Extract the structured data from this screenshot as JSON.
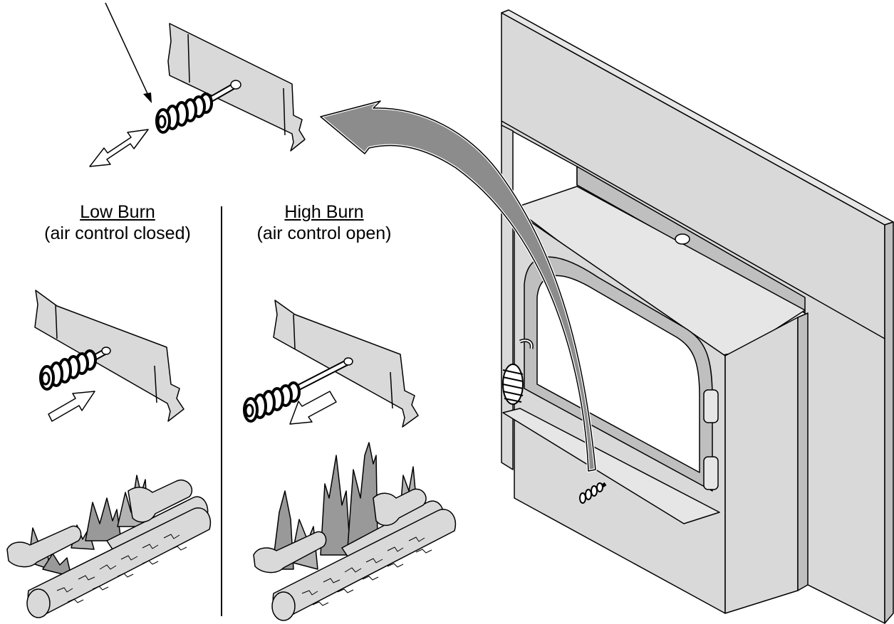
{
  "labels": {
    "low_burn": {
      "title": "Low Burn",
      "subtitle": "(air control closed)"
    },
    "high_burn": {
      "title": "High Burn",
      "subtitle": "(air control open)"
    }
  },
  "colors": {
    "panel_fill": "#d9d9d9",
    "panel_light": "#e6e6e6",
    "arrow_fill": "#8c8c8c",
    "outline": "#000000",
    "background": "#ffffff"
  }
}
